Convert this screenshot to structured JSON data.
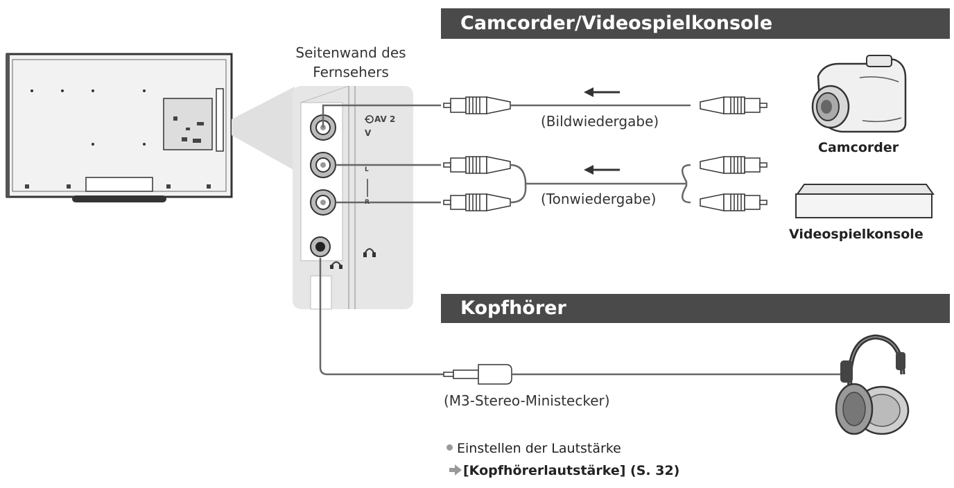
{
  "sections": {
    "camcorder_title": "Camcorder/Videospielkonsole",
    "headphones_title": "Kopfhörer"
  },
  "tv_side": {
    "title_line1": "Seitenwand des",
    "title_line2": "Fernsehers"
  },
  "panel": {
    "av_label": "AV 2",
    "v_label": "V",
    "l_label": "L",
    "r_label": "R"
  },
  "cables": {
    "video_label": "(Bildwiedergabe)",
    "audio_label": "(Tonwiedergabe)",
    "minijack_label": "(M3-Stereo-Ministecker)"
  },
  "devices": {
    "camcorder": "Camcorder",
    "console": "Videospielkonsole"
  },
  "note": {
    "line1": "Einstellen der Lautstärke",
    "line2": "[Kopfhörerlautstärke] (S. 32)"
  },
  "colors": {
    "bar": "#4a4a4a",
    "panel": "#e6e6e6",
    "cable": "#666666"
  },
  "icons": [
    "input-icon",
    "headphone-icon",
    "arrow-left-icon",
    "camcorder-icon",
    "console-icon",
    "headphones-icon",
    "tv-icon"
  ]
}
